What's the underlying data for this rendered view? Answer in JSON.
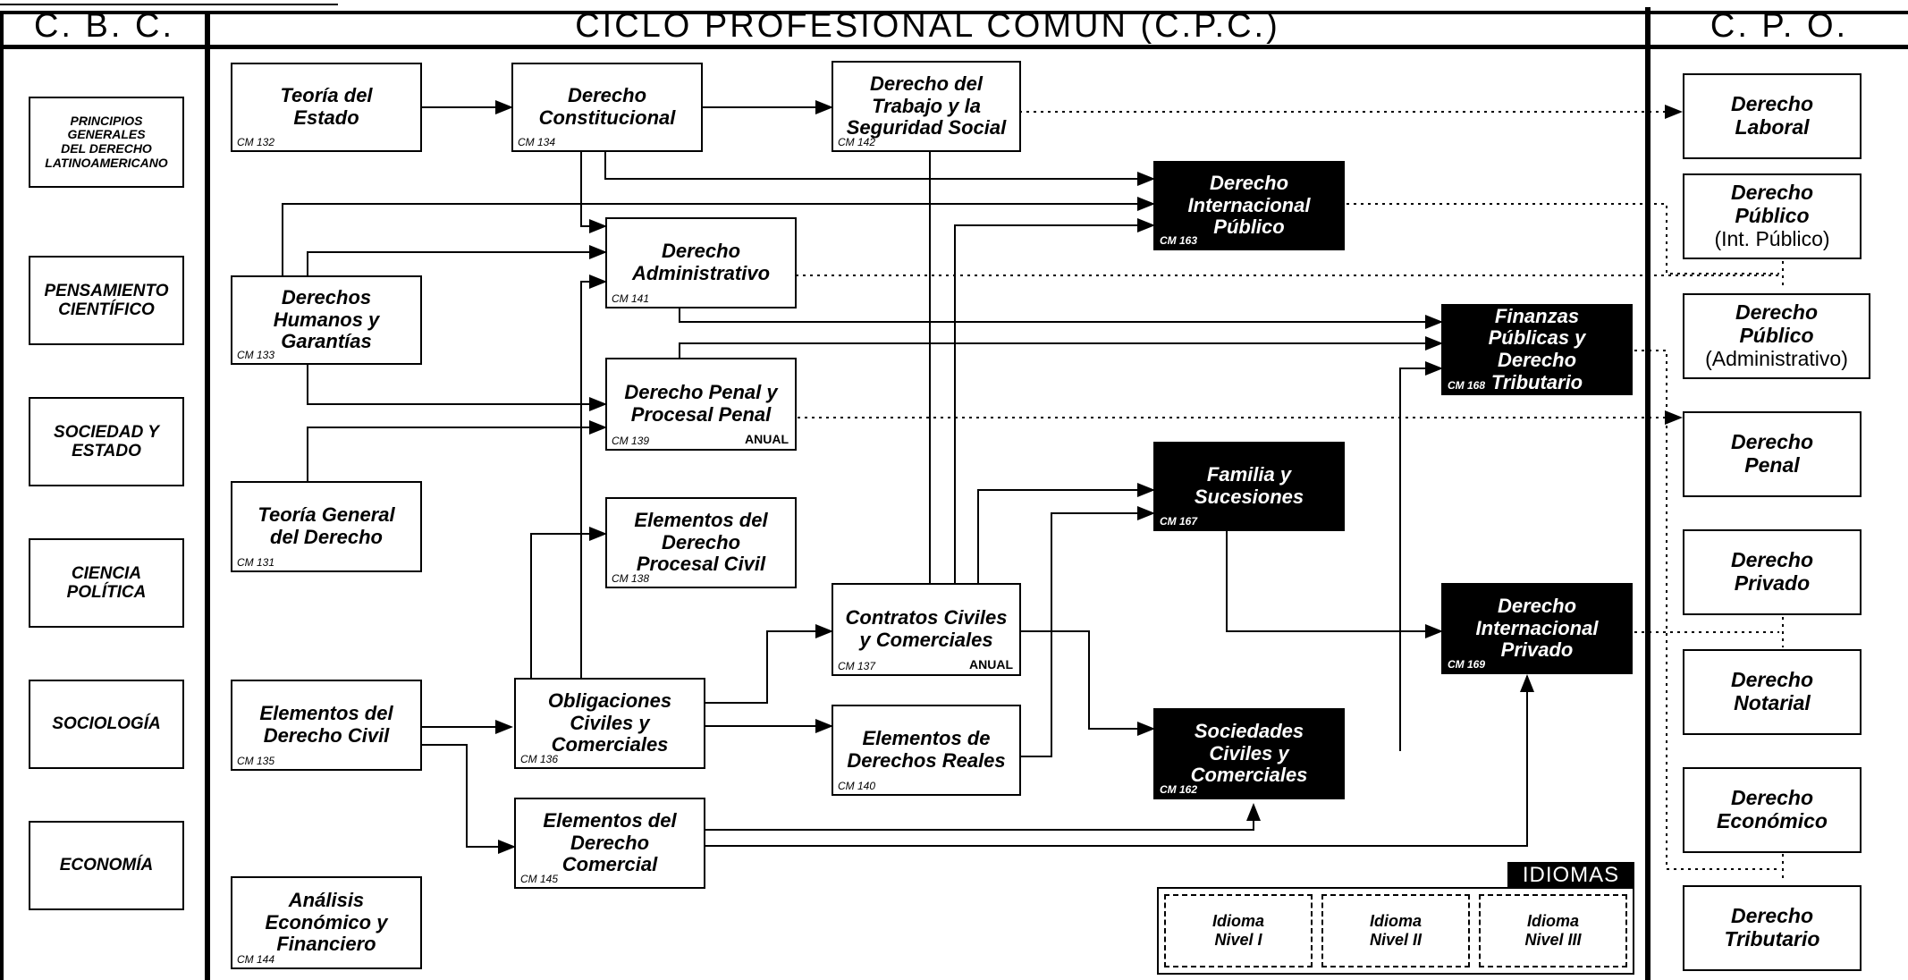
{
  "headers": {
    "cbc": "C. B. C.",
    "cpc": "CICLO PROFESIONAL COMUN (C.P.C.)",
    "cpo": "C. P. O."
  },
  "cbc": [
    "PRINCIPIOS\nGENERALES\nDEL DERECHO\nLATINOAMERICANO",
    "PENSAMIENTO\nCIENTÍFICO",
    "SOCIEDAD Y\nESTADO",
    "CIENCIA\nPOLÍTICA",
    "SOCIOLOGÍA",
    "ECONOMÍA"
  ],
  "cpc": {
    "teoria_estado": {
      "label": "Teoría del\nEstado",
      "code": "CM 132"
    },
    "constitucional": {
      "label": "Derecho\nConstitucional",
      "code": "CM 134"
    },
    "trabajo": {
      "label": "Derecho del\nTrabajo y la\nSeguridad Social",
      "code": "CM 142"
    },
    "int_publico": {
      "label": "Derecho\nInternacional\nPúblico",
      "code": "CM 163"
    },
    "ddhh": {
      "label": "Derechos\nHumanos y\nGarantías",
      "code": "CM 133"
    },
    "administrativo": {
      "label": "Derecho\nAdministrativo",
      "code": "CM 141"
    },
    "finanzas": {
      "label": "Finanzas\nPúblicas y\nDerecho\nTributario",
      "code": "CM 168"
    },
    "penal": {
      "label": "Derecho Penal y\nProcesal Penal",
      "code": "CM 139",
      "tag": "ANUAL"
    },
    "familia": {
      "label": "Familia y\nSucesiones",
      "code": "CM 167"
    },
    "teoria_general": {
      "label": "Teoría General\ndel Derecho",
      "code": "CM 131"
    },
    "procesal_civil": {
      "label": "Elementos del\nDerecho\nProcesal Civil",
      "code": "CM 138"
    },
    "contratos": {
      "label": "Contratos Civiles\ny  Comerciales",
      "code": "CM 137",
      "tag": "ANUAL"
    },
    "int_privado": {
      "label": "Derecho\nInternacional\nPrivado",
      "code": "CM 169"
    },
    "civil": {
      "label": "Elementos del\nDerecho Civil",
      "code": "CM 135"
    },
    "obligaciones": {
      "label": "Obligaciones\nCiviles y\nComerciales",
      "code": "CM 136"
    },
    "reales": {
      "label": "Elementos de\nDerechos Reales",
      "code": "CM 140"
    },
    "sociedades": {
      "label": "Sociedades\nCiviles y\nComerciales",
      "code": "CM 162"
    },
    "comercial": {
      "label": "Elementos del\nDerecho\nComercial",
      "code": "CM 145"
    },
    "economico_fin": {
      "label": "Análisis\nEconómico y\nFinanciero",
      "code": "CM 144"
    }
  },
  "idiomas": {
    "title": "IDIOMAS",
    "levels": [
      "Idioma\nNivel I",
      "Idioma\nNivel II",
      "Idioma\nNivel III"
    ]
  },
  "cpo": [
    {
      "main": "Derecho\nLaboral",
      "sub": ""
    },
    {
      "main": "Derecho\nPúblico",
      "sub": "(Int. Público)"
    },
    {
      "main": "Derecho\nPúblico",
      "sub": "(Administrativo)"
    },
    {
      "main": "Derecho\nPenal",
      "sub": ""
    },
    {
      "main": "Derecho\nPrivado",
      "sub": ""
    },
    {
      "main": "Derecho\nNotarial",
      "sub": ""
    },
    {
      "main": "Derecho\nEconómico",
      "sub": ""
    },
    {
      "main": "Derecho\nTributario",
      "sub": ""
    }
  ]
}
